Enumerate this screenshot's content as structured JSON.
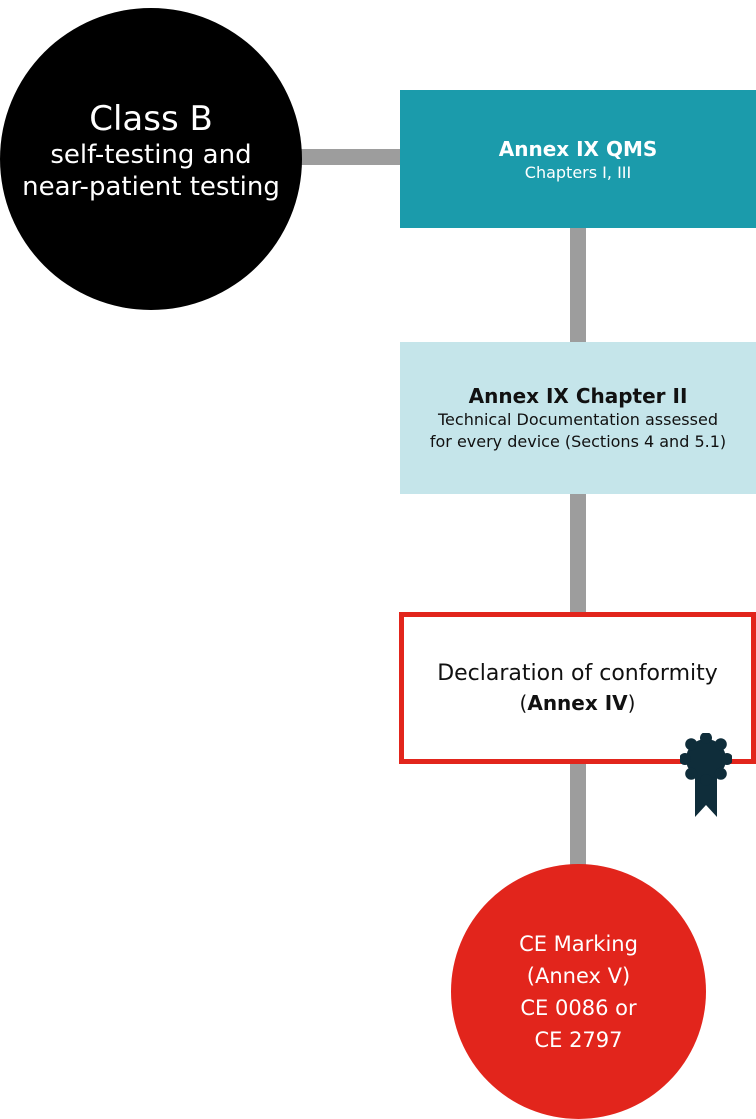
{
  "class_node": {
    "title": "Class B",
    "subtitle": "self-testing and near-patient testing"
  },
  "qms_box": {
    "heading": "Annex IX QMS",
    "text": "Chapters I, III"
  },
  "chapter2_box": {
    "heading": "Annex IX Chapter II",
    "text": "Technical Documentation assessed for every device (Sections 4 and 5.1)"
  },
  "declaration_box": {
    "line1": "Declaration of conformity",
    "open_paren": "(",
    "line2": "Annex IV",
    "close_paren": ")"
  },
  "ce_node": {
    "line1": "CE Marking",
    "line2": "(Annex V)",
    "line3": "CE 0086 or",
    "line4": "CE 2797"
  },
  "colors": {
    "class_circle": "#000000",
    "qms_box": "#1b9bab",
    "chapter2_box": "#c5e5ea",
    "declaration_border": "#e2251c",
    "ce_circle": "#e2251c",
    "connector": "#9d9d9d",
    "badge": "#0f2d3a"
  },
  "icons": {
    "badge": "award-rosette-icon"
  }
}
